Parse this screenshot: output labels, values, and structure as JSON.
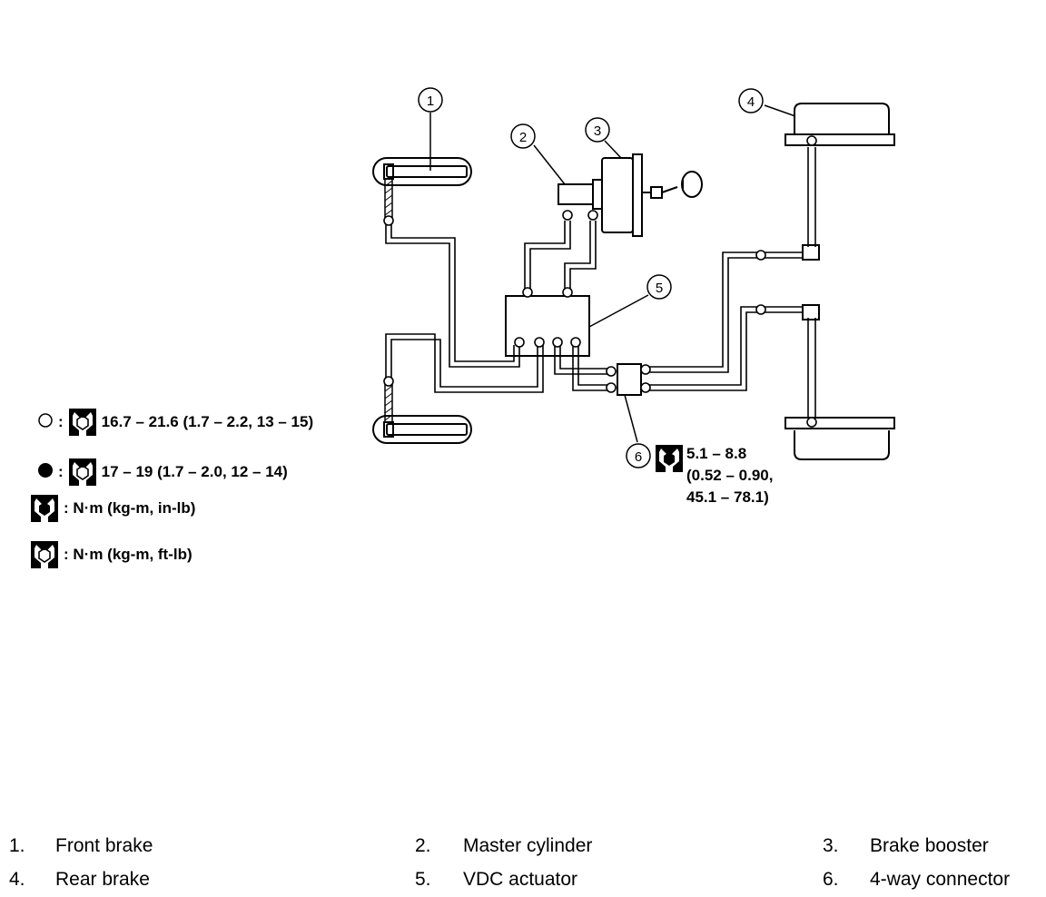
{
  "callouts": [
    "1",
    "2",
    "3",
    "4",
    "5",
    "6"
  ],
  "legend": [
    {
      "symbol": "open-circle-icon",
      "value": "16.7 – 21.6 (1.7 – 2.2, 13 – 15)"
    },
    {
      "symbol": "filled-circle-icon",
      "value": "17 – 19 (1.7 – 2.0, 12 – 14)"
    },
    {
      "symbol": "wrench-solid-icon",
      "value": ": N·m (kg-m, in-lb)"
    },
    {
      "symbol": "wrench-open-icon",
      "value": ": N·m (kg-m, ft-lb)"
    }
  ],
  "legend_colon": ":",
  "connector_torque": [
    "5.1 – 8.8",
    "(0.52 – 0.90,",
    "45.1 – 78.1)"
  ],
  "parts": [
    {
      "num": "1.",
      "name": "Front brake"
    },
    {
      "num": "2.",
      "name": "Master cylinder"
    },
    {
      "num": "3.",
      "name": "Brake booster"
    },
    {
      "num": "4.",
      "name": "Rear brake"
    },
    {
      "num": "5.",
      "name": "VDC actuator"
    },
    {
      "num": "6.",
      "name": "4-way connector"
    }
  ]
}
